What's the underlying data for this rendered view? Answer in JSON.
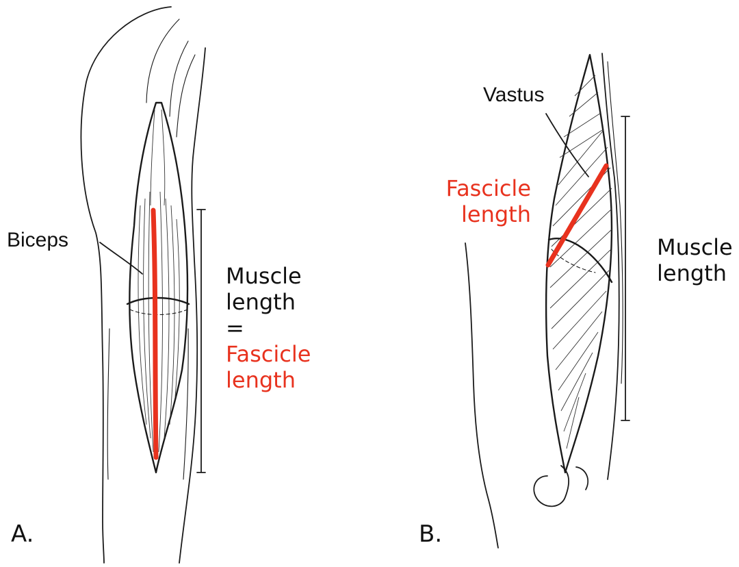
{
  "panel_a": {
    "letter": "A.",
    "muscle_label": "Biceps",
    "length_line1": "Muscle",
    "length_line2": "length",
    "equals": "=",
    "fascicle_line1": "Fascicle",
    "fascicle_line2": "length"
  },
  "panel_b": {
    "letter": "B.",
    "muscle_label": "Vastus",
    "fascicle_line1": "Fascicle",
    "fascicle_line2": "length",
    "length_line1": "Muscle",
    "length_line2": "length"
  },
  "colors": {
    "fascicle_line": "#e8321e",
    "ink": "#1a1a1a",
    "background": "#ffffff"
  }
}
